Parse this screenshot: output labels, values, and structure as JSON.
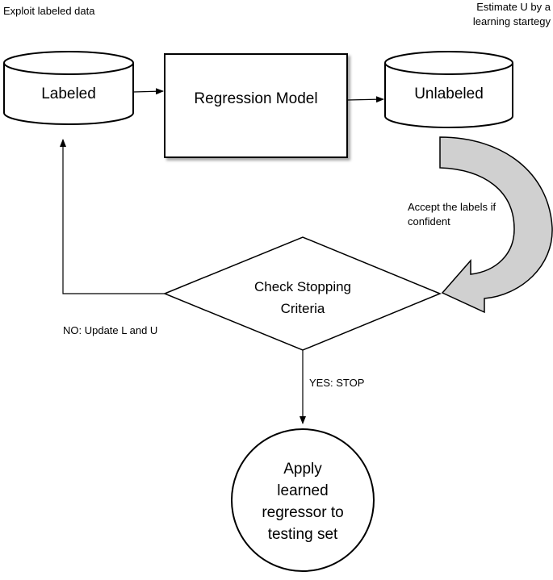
{
  "annotations": {
    "exploit": "Exploit labeled data",
    "estimate_line1": "Estimate U by a",
    "estimate_line2": "learning startegy",
    "accept_line1": "Accept the labels if",
    "accept_line2": "confident",
    "no_update": "NO: Update L and U",
    "yes_stop": "YES: STOP"
  },
  "nodes": {
    "labeled": "Labeled",
    "regression_model": "Regression Model",
    "unlabeled": "Unlabeled",
    "check_line1": "Check Stopping",
    "check_line2": "Criteria",
    "apply_line1": "Apply",
    "apply_line2": "learned",
    "apply_line3": "regressor to",
    "apply_line4": "testing set"
  },
  "colors": {
    "stroke": "#000000",
    "curved_arrow_fill": "#d0d0d0",
    "background": "#ffffff"
  }
}
